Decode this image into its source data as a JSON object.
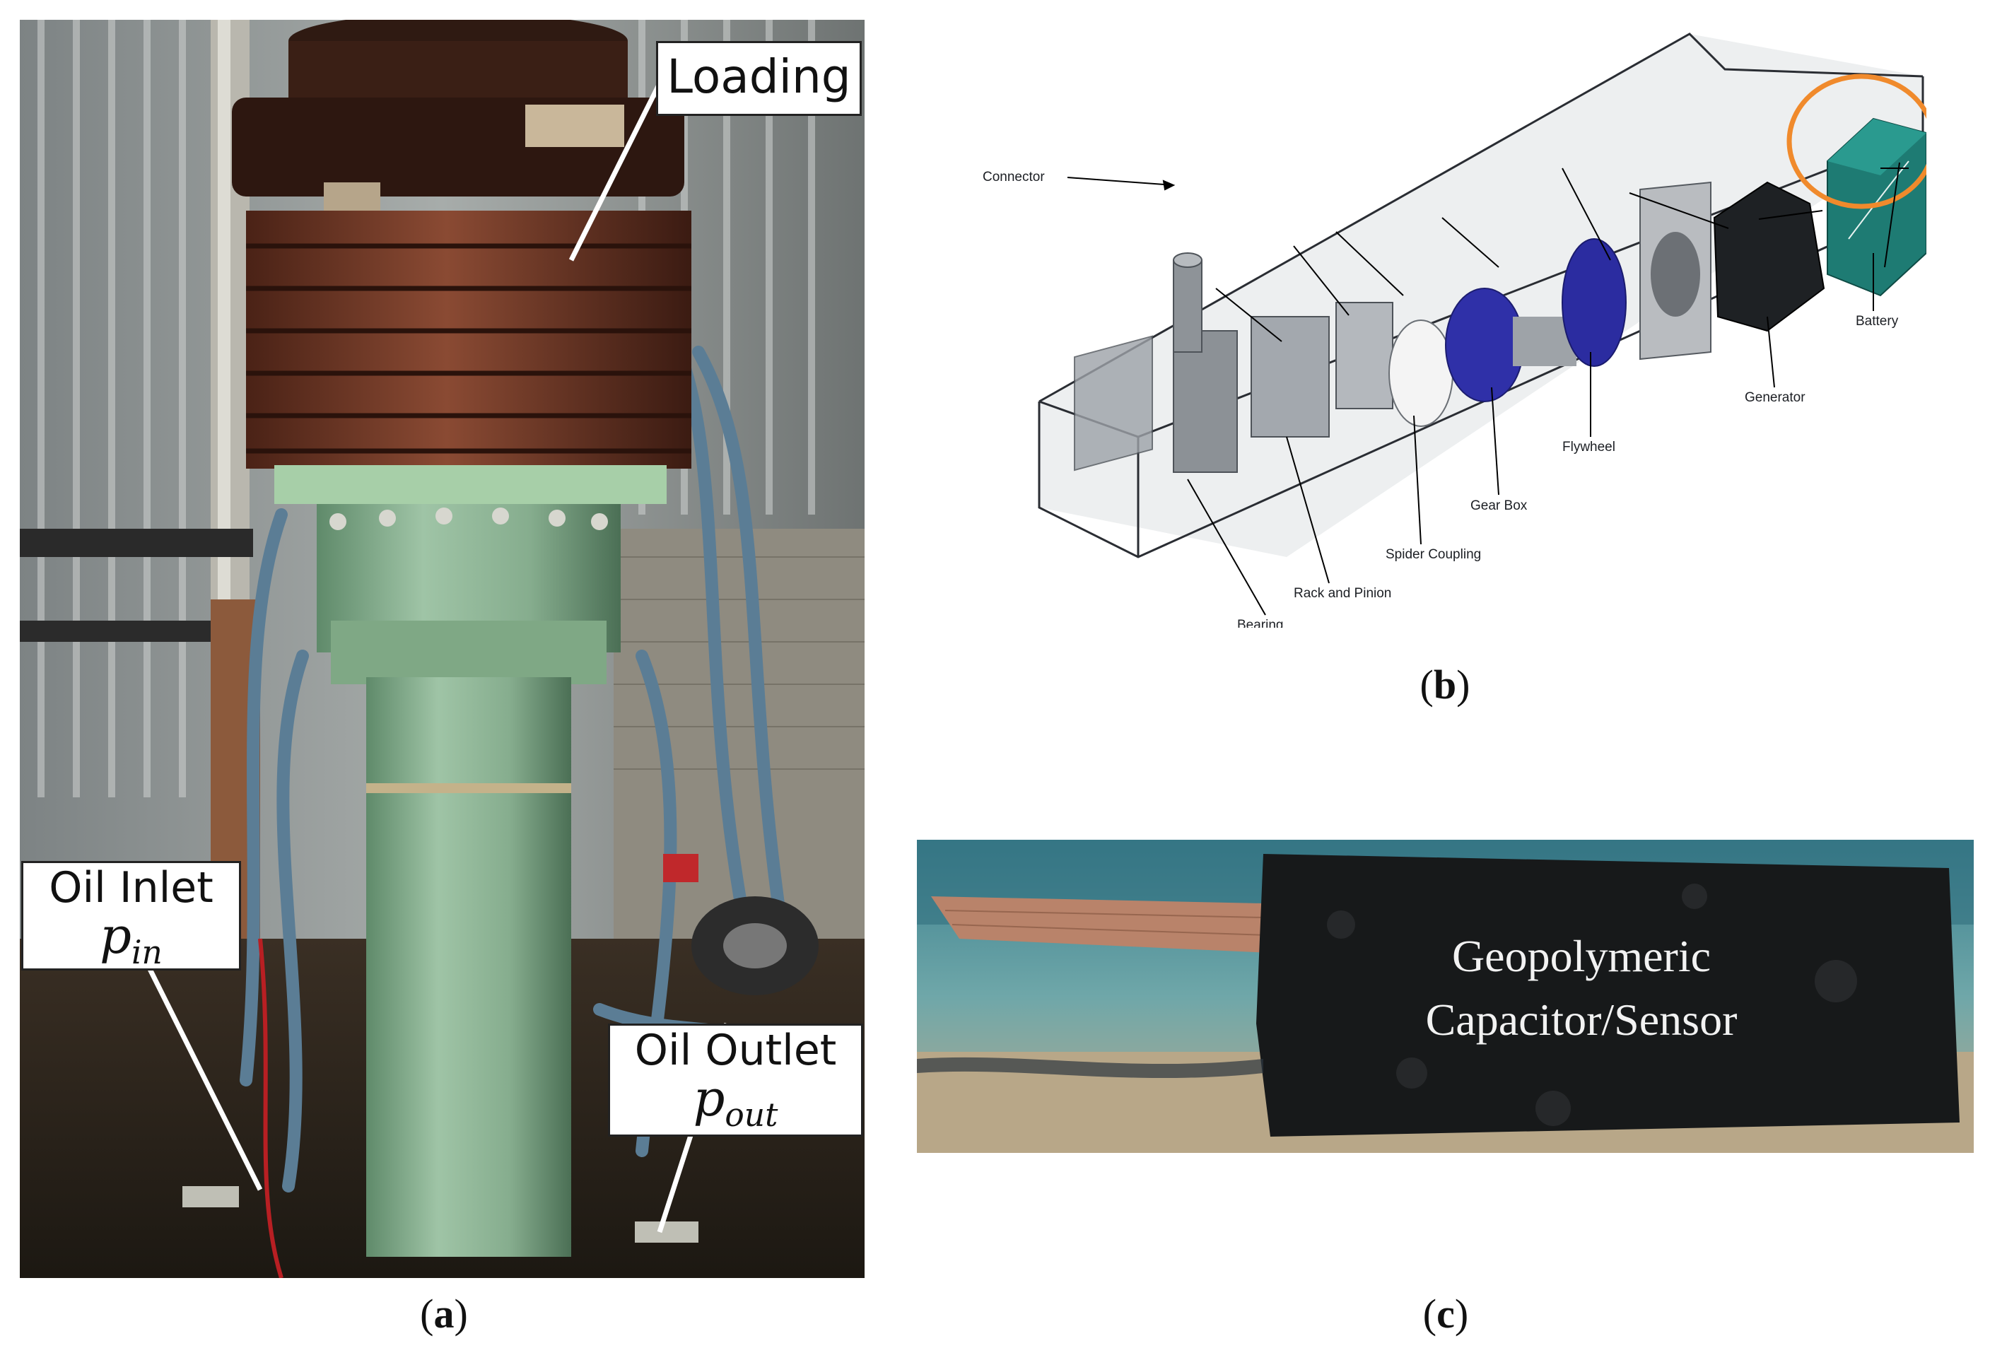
{
  "panel_a": {
    "labels": {
      "loading": "Loading",
      "oil_inlet": "Oil Inlet",
      "oil_inlet_sym": "p",
      "oil_inlet_sub": "in",
      "oil_outlet": "Oil Outlet",
      "oil_outlet_sym": "p",
      "oil_outlet_sub": "out"
    },
    "caption_letter": "a"
  },
  "panel_b": {
    "labels": {
      "connector": "Connector",
      "battery": "Battery",
      "generator": "Generator",
      "flywheel": "Flywheel",
      "gear_box": "Gear Box",
      "spider_coupling": "Spider Coupling",
      "rack_and_pinion": "Rack and Pinion",
      "bearing": "Bearing"
    },
    "highlight_color": "#f08a2c",
    "caption_letter": "b"
  },
  "panel_c": {
    "line1": "Geopolymeric",
    "line2": "Capacitor/Sensor",
    "caption_letter": "c"
  }
}
